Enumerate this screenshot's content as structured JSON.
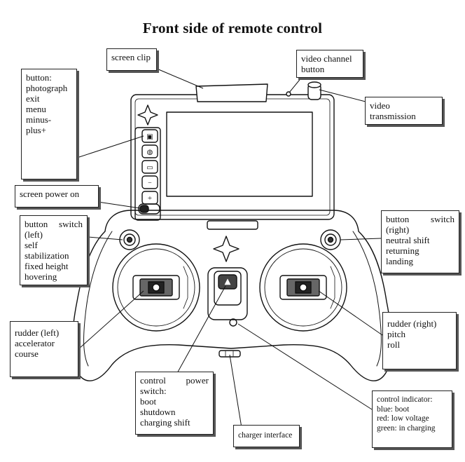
{
  "title": "Front side of remote control",
  "callouts": {
    "screen_clip": [
      "screen clip"
    ],
    "video_channel": [
      "video channel",
      "button"
    ],
    "video_transmission": [
      "video",
      "transmission"
    ],
    "buttons_left": [
      "button:",
      "photograph",
      "exit",
      "menu",
      "minus-",
      "plus+"
    ],
    "screen_power": [
      "screen power on"
    ],
    "switch_left": [
      "button switch",
      "(left)",
      "self",
      "stabilization",
      "fixed height",
      "hovering"
    ],
    "switch_right": [
      "button switch",
      "(right)",
      "neutral shift",
      "returning",
      "landing"
    ],
    "rudder_left": [
      "rudder (left)",
      "accelerator",
      "course"
    ],
    "rudder_right": [
      "rudder (right)",
      "pitch",
      "roll"
    ],
    "control_power": [
      "control power",
      "switch:",
      "boot",
      "shutdown",
      "charging shift"
    ],
    "charger": [
      "charger interface"
    ],
    "indicator": [
      "control indicator:",
      "blue: boot",
      "red: low voltage",
      "green: in charging"
    ]
  }
}
